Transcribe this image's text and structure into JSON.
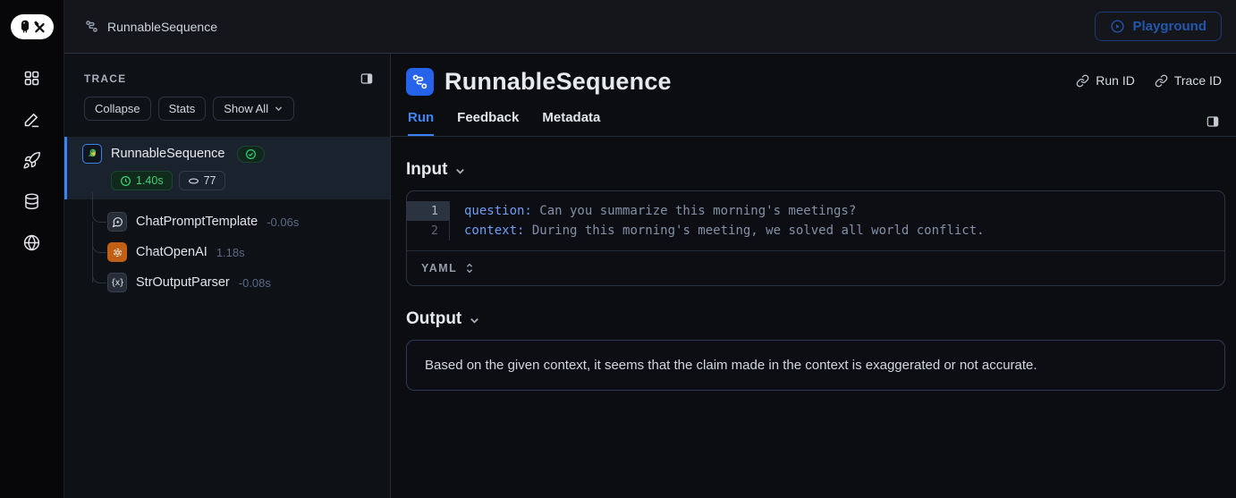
{
  "colors": {
    "accent_blue": "#3b82f6",
    "success_green": "#3fd376",
    "openai_orange": "#c05f16",
    "code_key_blue": "#6f9ef6"
  },
  "topbar": {
    "breadcrumb": "RunnableSequence",
    "playground_label": "Playground"
  },
  "trace_panel": {
    "title": "TRACE",
    "collapse_label": "Collapse",
    "stats_label": "Stats",
    "show_all_label": "Show All",
    "tree": {
      "root": {
        "name": "RunnableSequence",
        "duration": "1.40s",
        "tokens": "77"
      },
      "children": [
        {
          "name": "ChatPromptTemplate",
          "duration": "-0.06s"
        },
        {
          "name": "ChatOpenAI",
          "duration": "1.18s"
        },
        {
          "name": "StrOutputParser",
          "duration": "-0.08s"
        }
      ]
    }
  },
  "main": {
    "title": "RunnableSequence",
    "run_id_label": "Run ID",
    "trace_id_label": "Trace ID",
    "tabs": [
      {
        "label": "Run"
      },
      {
        "label": "Feedback"
      },
      {
        "label": "Metadata"
      }
    ],
    "input": {
      "label": "Input",
      "format": "YAML",
      "lines": [
        {
          "num": "1",
          "key": "question:",
          "value": " Can you summarize this morning's meetings?"
        },
        {
          "num": "2",
          "key": "context:",
          "value": " During this morning's meeting, we solved all world conflict."
        }
      ]
    },
    "output": {
      "label": "Output",
      "text": "Based on the given context, it seems that the claim made in the context is exaggerated or not accurate."
    }
  }
}
